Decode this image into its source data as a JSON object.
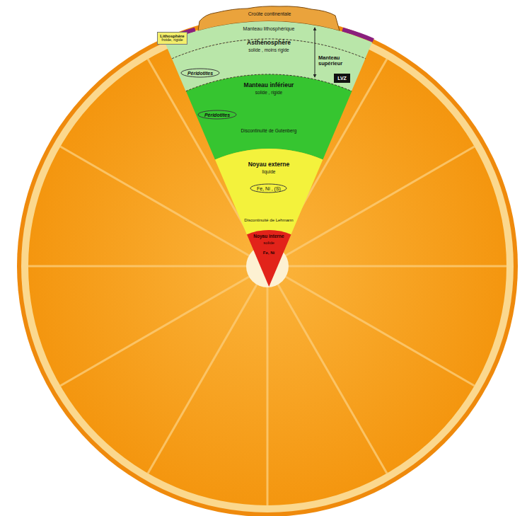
{
  "diagram": {
    "nodes": [
      {
        "text": [
          "Croûte continentale"
        ]
      },
      {
        "text": [
          "Manteau lithosphérique"
        ]
      },
      {
        "text": [
          "Lithosphère",
          "froide, rigide"
        ]
      },
      {
        "text": [
          "Asthénosphère",
          "solide , moins rigide"
        ]
      },
      {
        "text": [
          "Péridotites"
        ],
        "in": 3
      },
      {
        "text": [
          "LVZ"
        ],
        "in": 3
      },
      {
        "text": [
          "Manteau inférieur",
          "solide , rigide"
        ]
      },
      {
        "text": [
          "Péridotites"
        ],
        "in": 6
      },
      {
        "text": [
          "Noyau externe",
          "liquide"
        ]
      },
      {
        "text": [
          "Fe, Ni , (S)"
        ],
        "in": 8
      },
      {
        "text": [
          "Noyau interne",
          "solide",
          "Fe, Ni"
        ]
      }
    ],
    "labels": [
      "Manteau supérieur",
      "Discontinuité de Gutenberg",
      "Discontinuité de Lehmann"
    ]
  }
}
